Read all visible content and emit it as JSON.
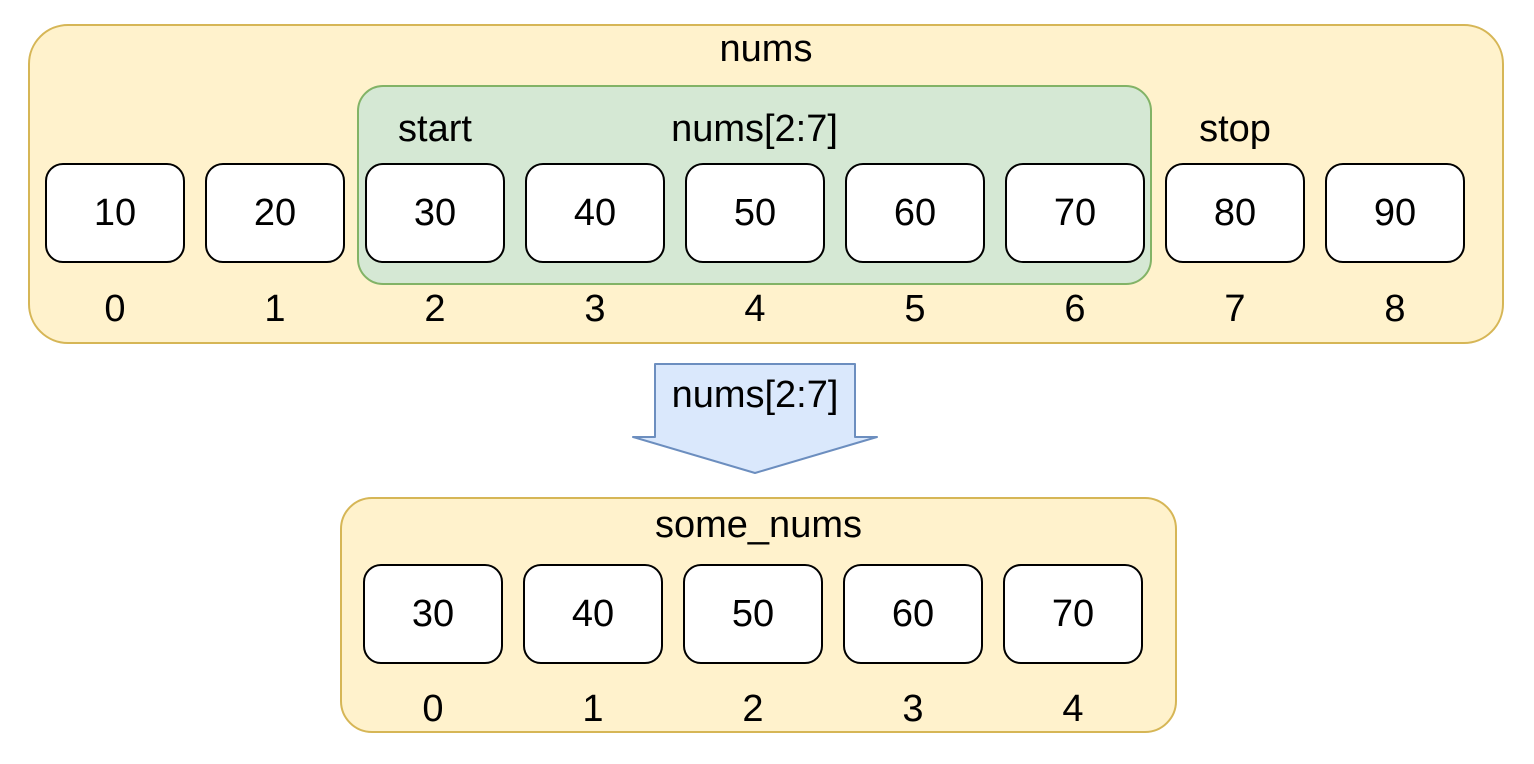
{
  "colors": {
    "container_fill": "#FFF2CC",
    "container_border": "#D6B656",
    "slice_fill": "#D5E8D4",
    "slice_border": "#82B366",
    "arrow_fill": "#DAE8FC",
    "arrow_border": "#6C8EBF",
    "cell_fill": "#FFFFFF",
    "cell_border": "#000000",
    "text_color": "#000000"
  },
  "nums_list": {
    "title": "nums",
    "values": [
      "10",
      "20",
      "30",
      "40",
      "50",
      "60",
      "70",
      "80",
      "90"
    ],
    "indices": [
      "0",
      "1",
      "2",
      "3",
      "4",
      "5",
      "6",
      "7",
      "8"
    ]
  },
  "slice": {
    "label": "nums[2:7]",
    "start_label": "start",
    "stop_label": "stop",
    "start_index": "2",
    "stop_index": "7"
  },
  "arrow": {
    "label": "nums[2:7]"
  },
  "some_nums_list": {
    "title": "some_nums",
    "values": [
      "30",
      "40",
      "50",
      "60",
      "70"
    ],
    "indices": [
      "0",
      "1",
      "2",
      "3",
      "4"
    ]
  }
}
